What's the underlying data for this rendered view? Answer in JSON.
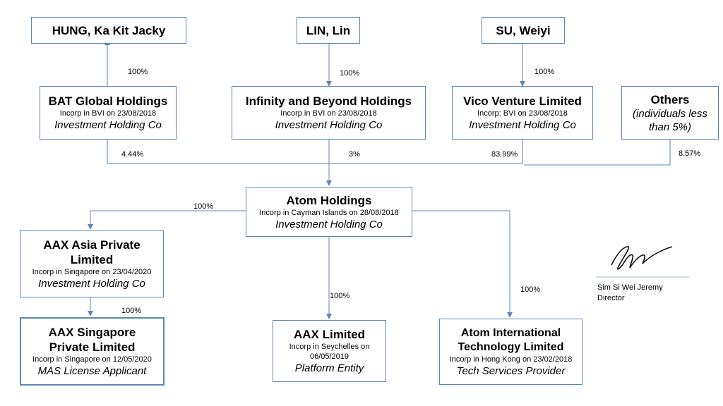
{
  "owners": {
    "hung": {
      "name": "HUNG, Ka Kit Jacky"
    },
    "lin": {
      "name": "LIN, Lin"
    },
    "su": {
      "name": "SU, Weiyi"
    }
  },
  "holdings": {
    "bat": {
      "name": "BAT Global Holdings",
      "incorp": "Incorp in BVI on 23/08/2018",
      "role": "Investment Holding Co"
    },
    "infinity": {
      "name": "Infinity and Beyond Holdings",
      "incorp": "Incorp in BVI on 23/08/2018",
      "role": "Investment Holding Co"
    },
    "vico": {
      "name": "Vico Venture Limited",
      "incorp": "Incorp: BVI on 23/08/2018",
      "role": "Investment Holding Co"
    },
    "others": {
      "name": "Others",
      "note_line1": "(individuals less",
      "note_line2": "than 5%)"
    }
  },
  "atom": {
    "name": "Atom Holdings",
    "incorp": "Incorp in Cayman Islands on 28/08/2018",
    "role": "Investment Holding Co"
  },
  "subsidiaries": {
    "aax_asia": {
      "name_line1": "AAX Asia Private",
      "name_line2": "Limited",
      "incorp": "Incorp in Singapore on 23/04/2020",
      "role": "Investment Holding Co"
    },
    "aax_sg": {
      "name_line1": "AAX Singapore",
      "name_line2": "Private Limited",
      "incorp": "Incorp in Singapore on 12/05/2020",
      "role": "MAS License Applicant"
    },
    "aax_ltd": {
      "name": "AAX Limited",
      "incorp_line1": "Incorp in Seychelles on",
      "incorp_line2": "06/05/2019",
      "role": "Platform Entity"
    },
    "atom_intl": {
      "name_line1": "Atom International",
      "name_line2": "Technology Limited",
      "incorp": "Incorp in Hong Kong on 23/02/2018",
      "role": "Tech Services Provider"
    }
  },
  "percentages": {
    "hung_bat": "100%",
    "lin_infinity": "100%",
    "su_vico": "100%",
    "bat_atom": "4.44%",
    "infinity_atom": "3%",
    "vico_atom": "83.99%",
    "others_atom": "8.57%",
    "atom_aax_asia": "100%",
    "aax_asia_aax_sg": "100%",
    "atom_aax_ltd": "100%",
    "atom_atom_intl": "100%"
  },
  "signature": {
    "name": "Sim Si Wei Jeremy",
    "title": "Director"
  },
  "colors": {
    "line": "#5b86b8",
    "box_border": "#5b86b8"
  }
}
